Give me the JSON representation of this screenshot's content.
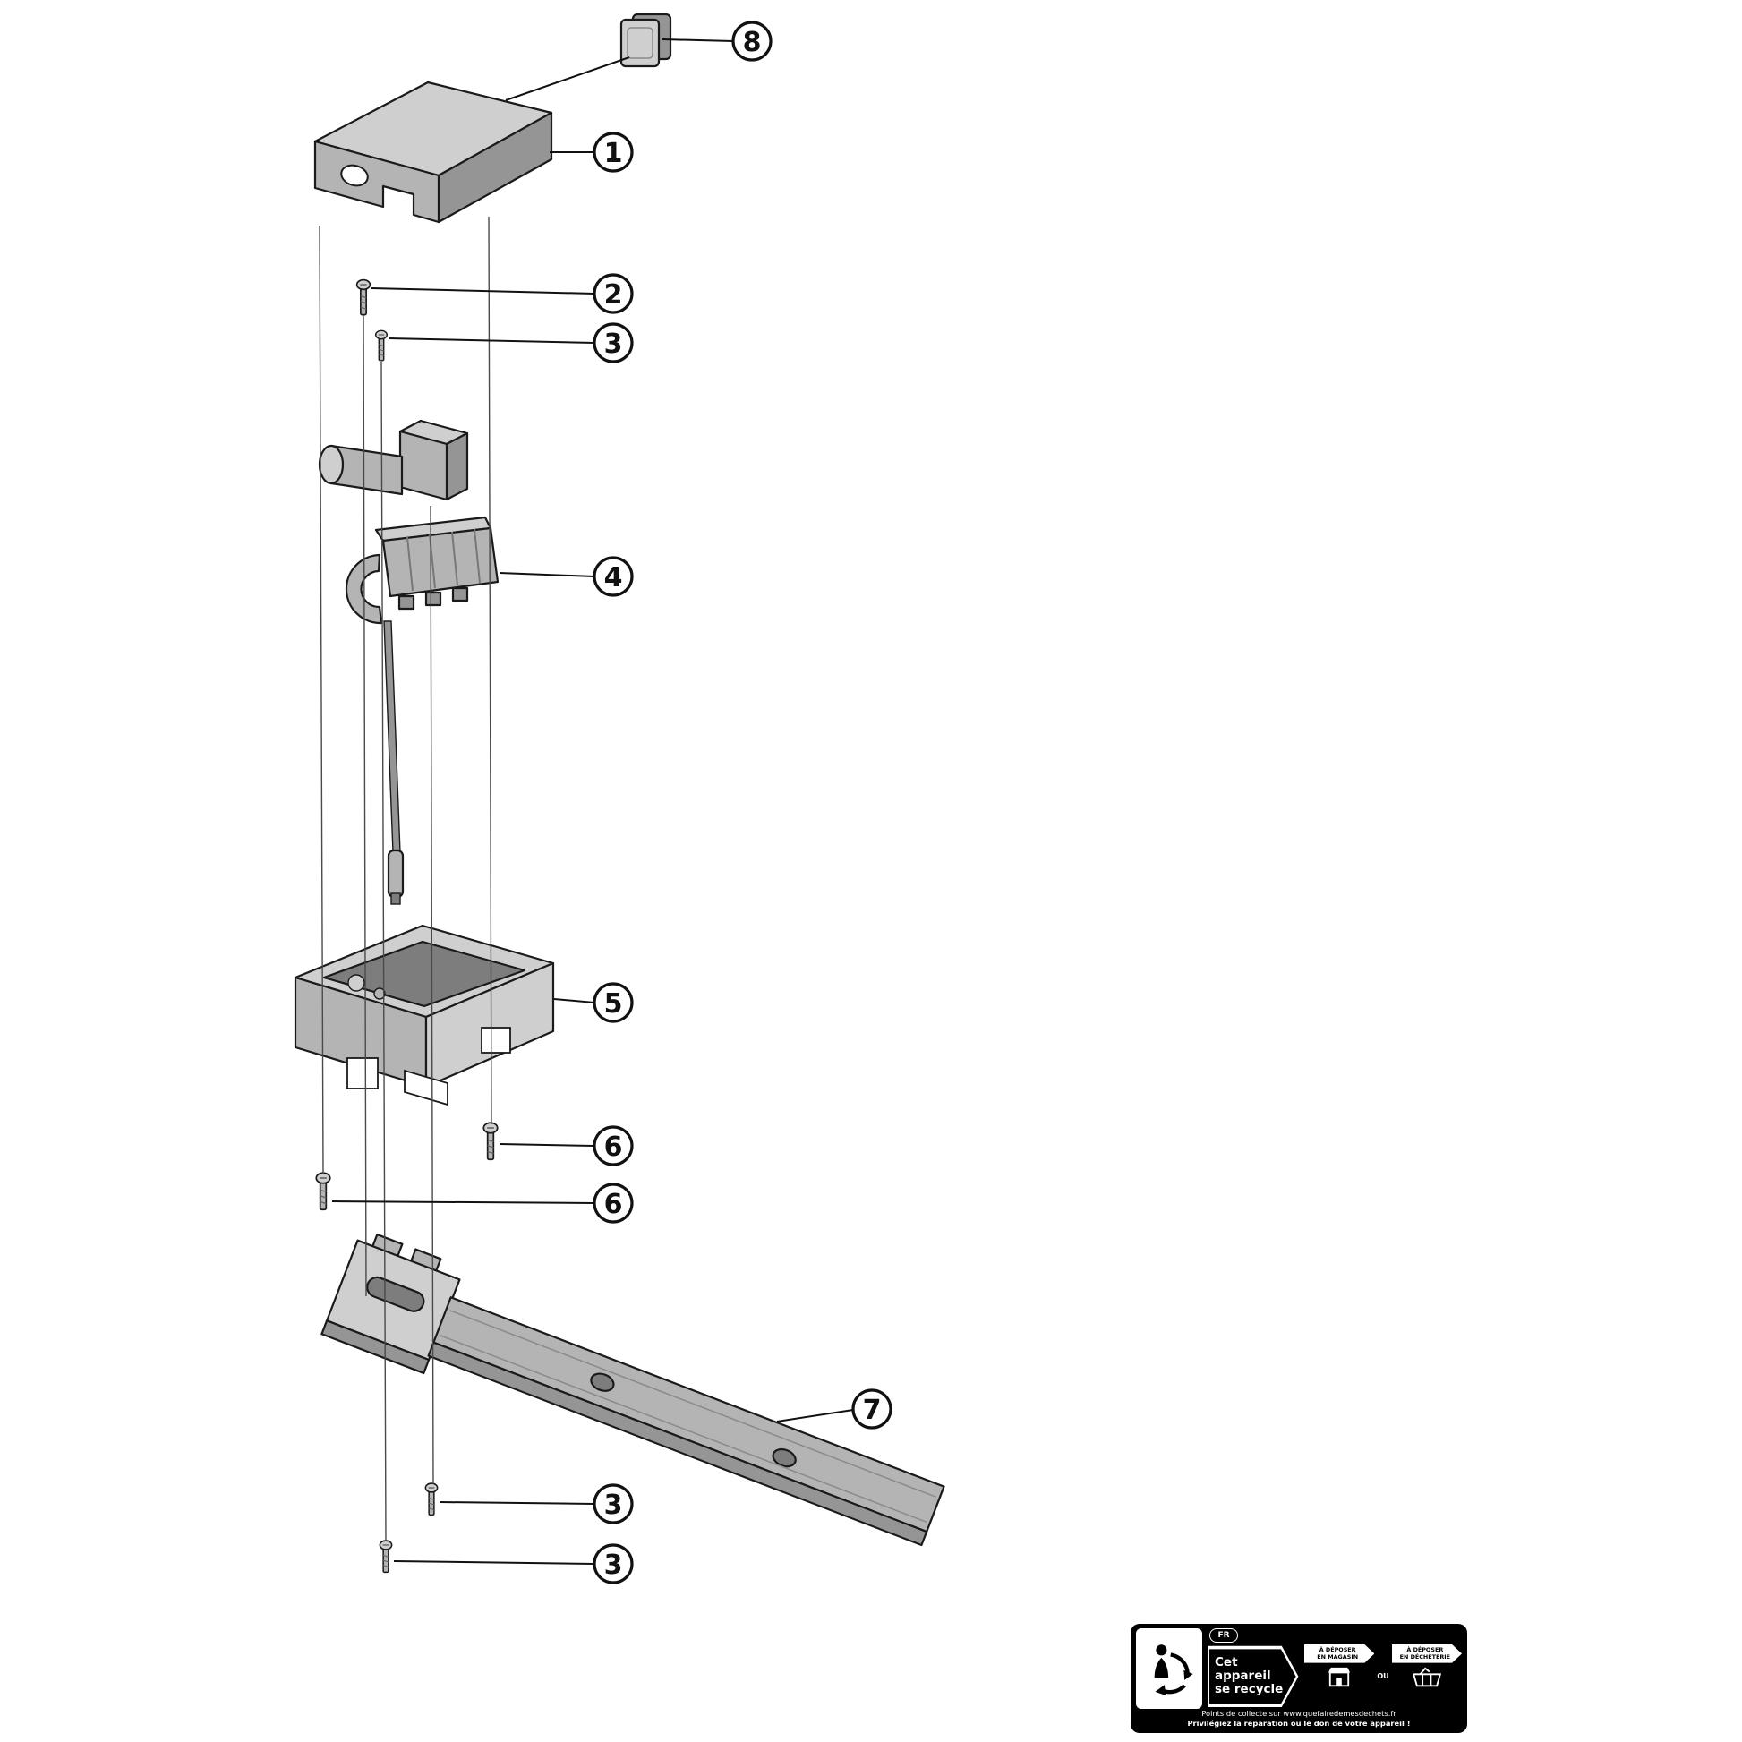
{
  "figure": {
    "callouts": [
      {
        "label": "8"
      },
      {
        "label": "1"
      },
      {
        "label": "2"
      },
      {
        "label": "3"
      },
      {
        "label": "4"
      },
      {
        "label": "5"
      },
      {
        "label": "6"
      },
      {
        "label": "6"
      },
      {
        "label": "7"
      },
      {
        "label": "3"
      },
      {
        "label": "3"
      }
    ]
  },
  "recycle_label": {
    "bg_color": "#000000",
    "country_badge": "FR",
    "headline_line1": "Cet appareil",
    "headline_line2": "se recycle",
    "option_store_line1": "À DÉPOSER",
    "option_store_line2": "EN MAGASIN",
    "separator": "OU",
    "option_dechetterie_line1": "À DÉPOSER",
    "option_dechetterie_line2": "EN DÉCHÈTERIE",
    "footer_line1": "Points de collecte sur www.quefairedemesdechets.fr",
    "footer_line2": "Privilégiez la réparation ou le don de votre appareil !"
  }
}
